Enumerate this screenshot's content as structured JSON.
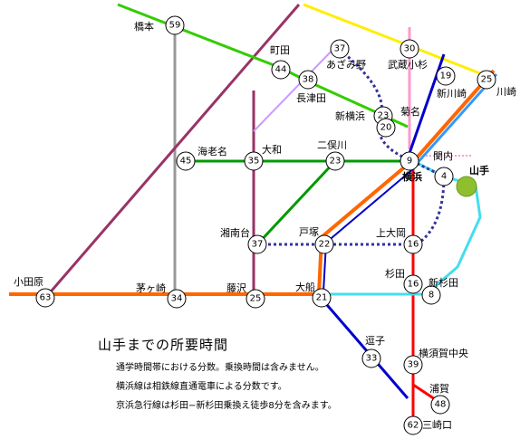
{
  "legend": {
    "title": "山手までの所要時間",
    "notes": [
      "通学時間帯における分数。乗換時間は含みません。",
      "横浜線は相鉄線直通電車による分数です。",
      "京浜急行線は杉田−新杉田乗換え徒歩8分を含みます。"
    ]
  },
  "destination": {
    "name": "山手",
    "color": "#8fbf2f"
  },
  "stations": [
    {
      "id": "sagamiono",
      "name": "",
      "minutes": "59"
    },
    {
      "id": "machida",
      "name": "町田",
      "minutes": "44"
    },
    {
      "id": "nagatsuta",
      "name": "長津田",
      "minutes": "38"
    },
    {
      "id": "azamino",
      "name": "あざみ野",
      "minutes": "37"
    },
    {
      "id": "musashikosugi",
      "name": "武蔵小杉",
      "minutes": "30"
    },
    {
      "id": "shinkawasaki",
      "name": "新川崎",
      "minutes": "19"
    },
    {
      "id": "kawasaki",
      "name": "川崎",
      "minutes": "25"
    },
    {
      "id": "shinyokohama",
      "name": "新横浜",
      "minutes": "23"
    },
    {
      "id": "kikuna",
      "name": "菊名",
      "minutes": "20"
    },
    {
      "id": "ebina",
      "name": "海老名",
      "minutes": "45"
    },
    {
      "id": "yamato",
      "name": "大和",
      "minutes": "35"
    },
    {
      "id": "futamatagawa",
      "name": "二俣川",
      "minutes": "23"
    },
    {
      "id": "yokohama",
      "name": "横浜",
      "minutes": "9"
    },
    {
      "id": "kannai",
      "name": "関内",
      "minutes": "4"
    },
    {
      "id": "shonandai",
      "name": "湘南台",
      "minutes": "37"
    },
    {
      "id": "totsuka",
      "name": "戸塚",
      "minutes": "22"
    },
    {
      "id": "kamiooka",
      "name": "上大岡",
      "minutes": "16"
    },
    {
      "id": "odawara",
      "name": "小田原",
      "minutes": "63"
    },
    {
      "id": "chigasaki",
      "name": "茅ヶ崎",
      "minutes": "34"
    },
    {
      "id": "fujisawa",
      "name": "藤沢",
      "minutes": "25"
    },
    {
      "id": "ofuna",
      "name": "大船",
      "minutes": "21"
    },
    {
      "id": "sugita",
      "name": "杉田",
      "minutes": "16"
    },
    {
      "id": "shinsugita",
      "name": "新杉田",
      "minutes": "8"
    },
    {
      "id": "zushi",
      "name": "逗子",
      "minutes": "33"
    },
    {
      "id": "yokosukachuo",
      "name": "横須賀中央",
      "minutes": "39"
    },
    {
      "id": "uraga",
      "name": "浦賀",
      "minutes": "48"
    },
    {
      "id": "misakiguchi",
      "name": "三崎口",
      "minutes": "62"
    }
  ],
  "station_names_extra": {
    "hashimoto": "橋本"
  },
  "line_colors": {
    "tokaido": "#ff6600",
    "keihin_tohoku": "#0000cc",
    "yokosuka": "#00bbee",
    "keikyu": "#ff0000",
    "yokohama_line": "#44cc00",
    "odakyu": "#6688ff",
    "sagami": "#00aa00",
    "denentoshi": "#00cc44",
    "toyoko": "#ff99cc",
    "nanbu": "#ffee00",
    "sagamihara": "#888888",
    "odakyu_enoshima": "#993366",
    "tokyu_meguro": "#cc99ff",
    "blue_line": "#333399",
    "negishi": "#44ddee"
  }
}
